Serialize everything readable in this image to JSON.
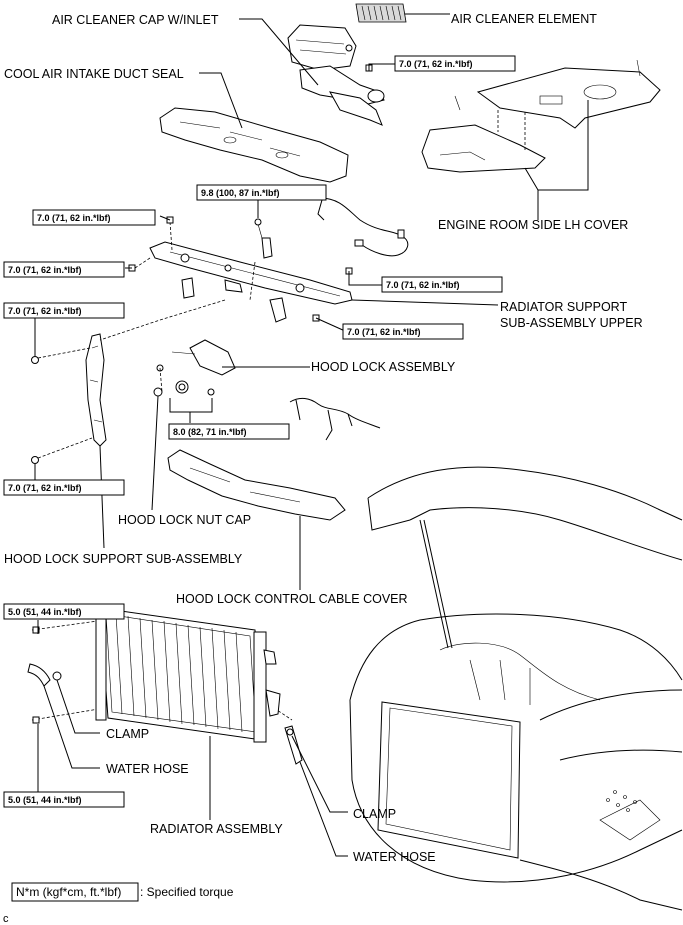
{
  "labels": {
    "air_cleaner_cap": "AIR CLEANER CAP W/INLET",
    "air_cleaner_element": "AIR CLEANER ELEMENT",
    "cool_air_duct_seal": "COOL AIR INTAKE DUCT SEAL",
    "engine_room_side_cover": "ENGINE ROOM SIDE LH COVER",
    "radiator_support_line1": "RADIATOR SUPPORT",
    "radiator_support_line2": "SUB-ASSEMBLY UPPER",
    "hood_lock_assembly": "HOOD LOCK ASSEMBLY",
    "hood_lock_nut_cap": "HOOD LOCK NUT CAP",
    "hood_lock_support": "HOOD LOCK SUPPORT SUB-ASSEMBLY",
    "hood_lock_cable_cover": "HOOD LOCK CONTROL CABLE COVER",
    "clamp_left": "CLAMP",
    "water_hose_left": "WATER HOSE",
    "radiator_assembly": "RADIATOR  ASSEMBLY",
    "clamp_right": "CLAMP",
    "water_hose_right": "WATER HOSE"
  },
  "torques": {
    "cap_bolt": "7.0 (71, 62 in.*lbf)",
    "support_upper_bolt": "9.8 (100, 87 in.*lbf)",
    "support_left_top": "7.0 (71, 62 in.*lbf)",
    "support_left_mid": "7.0 (71, 62 in.*lbf)",
    "support_right_top": "7.0 (71, 62 in.*lbf)",
    "support_right_bottom": "7.0 (71, 62 in.*lbf)",
    "hood_support_top": "7.0 (71, 62 in.*lbf)",
    "hood_lock_bolt": "8.0 (82, 71 in.*lbf)",
    "hood_support_bottom": "7.0 (71, 62 in.*lbf)",
    "radiator_top": "5.0 (51, 44 in.*lbf)",
    "radiator_bottom": "5.0 (51, 44 in.*lbf)"
  },
  "legend": {
    "unit_box": "N*m (kgf*cm, ft.*lbf)",
    "unit_text": ": Specified torque",
    "corner_code": "c"
  }
}
